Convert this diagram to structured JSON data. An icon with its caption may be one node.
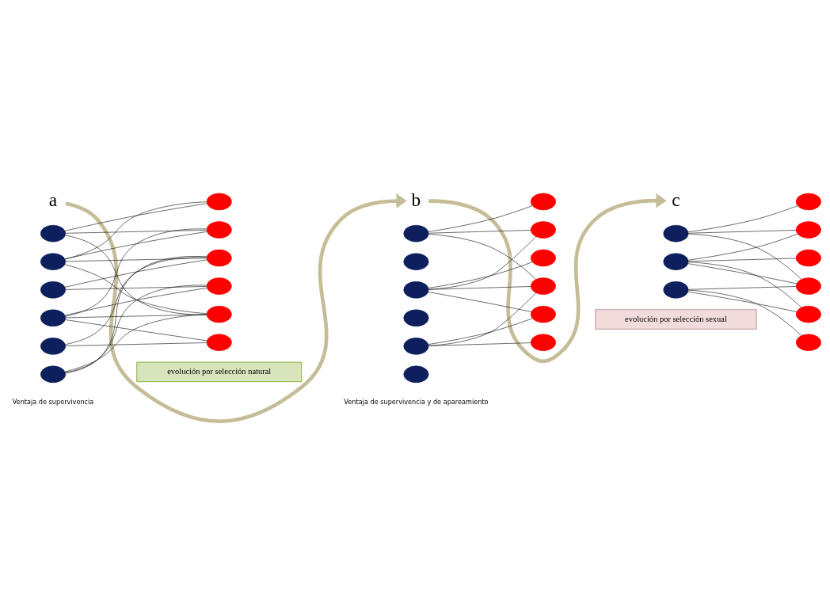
{
  "diagram": {
    "nodes": [
      {
        "text": [
          "a"
        ]
      },
      {
        "text": [
          "b"
        ]
      },
      {
        "text": [
          "c"
        ]
      },
      {
        "text": [],
        "shape": "ellipse"
      },
      {
        "text": [],
        "shape": "ellipse"
      },
      {
        "text": [],
        "shape": "ellipse"
      },
      {
        "text": [],
        "shape": "ellipse"
      },
      {
        "text": [],
        "shape": "ellipse"
      },
      {
        "text": [],
        "shape": "ellipse"
      },
      {
        "text": [],
        "shape": "ellipse"
      },
      {
        "text": [],
        "shape": "ellipse"
      },
      {
        "text": [],
        "shape": "ellipse"
      },
      {
        "text": [],
        "shape": "ellipse"
      },
      {
        "text": [],
        "shape": "ellipse"
      },
      {
        "text": [],
        "shape": "ellipse"
      },
      {
        "text": [],
        "shape": "ellipse"
      },
      {
        "text": [],
        "shape": "ellipse"
      },
      {
        "text": [],
        "shape": "ellipse"
      },
      {
        "text": [],
        "shape": "ellipse"
      },
      {
        "text": [],
        "shape": "ellipse"
      },
      {
        "text": [],
        "shape": "ellipse"
      },
      {
        "text": [],
        "shape": "ellipse"
      },
      {
        "text": [],
        "shape": "ellipse"
      },
      {
        "text": [],
        "shape": "ellipse"
      },
      {
        "text": [],
        "shape": "ellipse"
      },
      {
        "text": [],
        "shape": "ellipse"
      },
      {
        "text": [],
        "shape": "ellipse"
      },
      {
        "text": [],
        "shape": "ellipse"
      },
      {
        "text": [],
        "shape": "ellipse"
      },
      {
        "text": [],
        "shape": "ellipse"
      },
      {
        "text": [],
        "shape": "ellipse"
      },
      {
        "text": [],
        "shape": "ellipse"
      },
      {
        "text": [],
        "shape": "ellipse"
      },
      {
        "text": [],
        "shape": "ellipse"
      },
      {
        "text": [],
        "shape": "ellipse"
      },
      {
        "text": [],
        "shape": "ellipse"
      },
      {
        "text": [
          "evolución por selección natural"
        ]
      },
      {
        "text": [
          "evolución por selección sexual"
        ]
      }
    ],
    "edges": [
      {
        "from": 0,
        "to": 1,
        "arrow": "to",
        "style": "thick",
        "color": "#c4bd97"
      },
      {
        "from": 1,
        "to": 2,
        "arrow": "to",
        "style": "thick",
        "color": "#c4bd97"
      },
      {
        "from": 3,
        "to": 9,
        "arrow": "none"
      },
      {
        "from": 3,
        "to": 10,
        "arrow": "none"
      },
      {
        "from": 3,
        "to": 13,
        "arrow": "none"
      },
      {
        "from": 4,
        "to": 9,
        "arrow": "none"
      },
      {
        "from": 4,
        "to": 10,
        "arrow": "none"
      },
      {
        "from": 4,
        "to": 11,
        "arrow": "none"
      },
      {
        "from": 4,
        "to": 13,
        "arrow": "none"
      },
      {
        "from": 5,
        "to": 11,
        "arrow": "none"
      },
      {
        "from": 5,
        "to": 12,
        "arrow": "none"
      },
      {
        "from": 6,
        "to": 10,
        "arrow": "none"
      },
      {
        "from": 6,
        "to": 12,
        "arrow": "none"
      },
      {
        "from": 6,
        "to": 13,
        "arrow": "none"
      },
      {
        "from": 6,
        "to": 14,
        "arrow": "none"
      },
      {
        "from": 7,
        "to": 11,
        "arrow": "none"
      },
      {
        "from": 7,
        "to": 14,
        "arrow": "none"
      },
      {
        "from": 8,
        "to": 11,
        "arrow": "none"
      },
      {
        "from": 8,
        "to": 12,
        "arrow": "none"
      },
      {
        "from": 8,
        "to": 13,
        "arrow": "none"
      },
      {
        "from": 15,
        "to": 21,
        "arrow": "none"
      },
      {
        "from": 15,
        "to": 22,
        "arrow": "none"
      },
      {
        "from": 15,
        "to": 24,
        "arrow": "none"
      },
      {
        "from": 17,
        "to": 22,
        "arrow": "none"
      },
      {
        "from": 17,
        "to": 23,
        "arrow": "none"
      },
      {
        "from": 17,
        "to": 24,
        "arrow": "none"
      },
      {
        "from": 17,
        "to": 25,
        "arrow": "none"
      },
      {
        "from": 19,
        "to": 24,
        "arrow": "none"
      },
      {
        "from": 19,
        "to": 25,
        "arrow": "none"
      },
      {
        "from": 19,
        "to": 26,
        "arrow": "none"
      },
      {
        "from": 27,
        "to": 30,
        "arrow": "none"
      },
      {
        "from": 27,
        "to": 31,
        "arrow": "none"
      },
      {
        "from": 27,
        "to": 33,
        "arrow": "none"
      },
      {
        "from": 28,
        "to": 31,
        "arrow": "none"
      },
      {
        "from": 28,
        "to": 32,
        "arrow": "none"
      },
      {
        "from": 28,
        "to": 33,
        "arrow": "none"
      },
      {
        "from": 28,
        "to": 34,
        "arrow": "none"
      },
      {
        "from": 29,
        "to": 33,
        "arrow": "none"
      },
      {
        "from": 29,
        "to": 34,
        "arrow": "none"
      },
      {
        "from": 29,
        "to": 35,
        "arrow": "none"
      }
    ],
    "labels": [
      "Ventaja de supervivencia",
      "Ventaja de supervivencia y de apareamiento"
    ]
  }
}
